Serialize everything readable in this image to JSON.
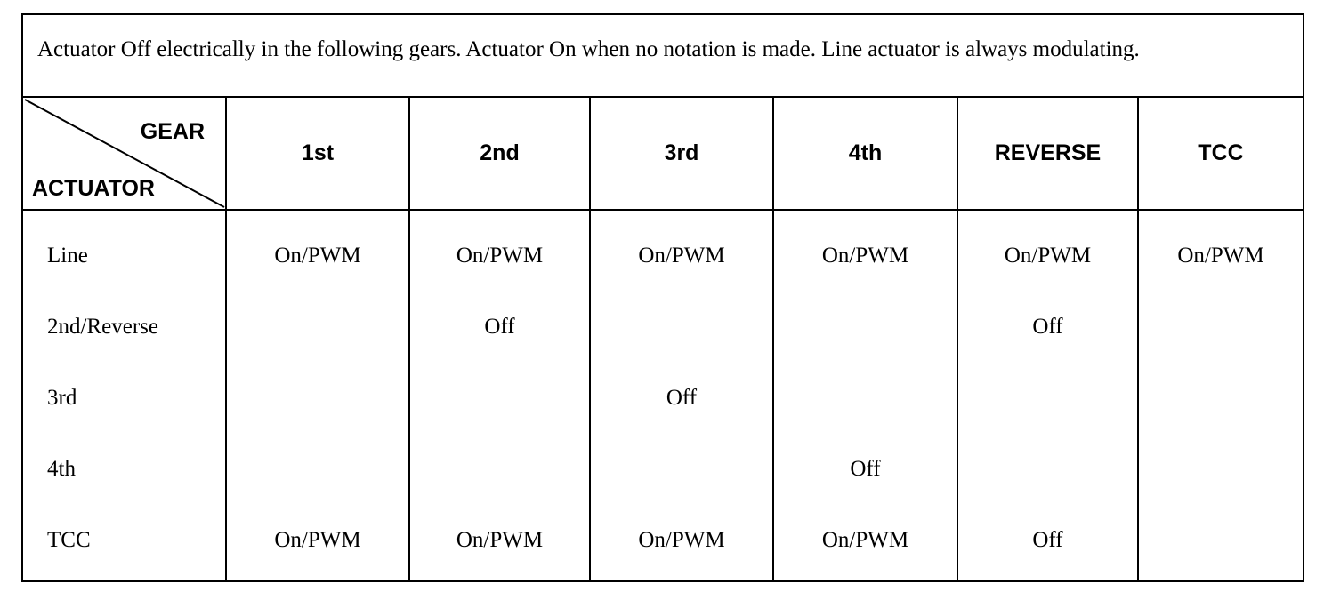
{
  "note": "Actuator Off electrically in the following gears. Actuator On when no notation is made. Line actuator is always modulating.",
  "corner": {
    "top_label": "GEAR",
    "bottom_label": "ACTUATOR"
  },
  "gears": [
    "1st",
    "2nd",
    "3rd",
    "4th",
    "REVERSE",
    "TCC"
  ],
  "rows": [
    {
      "label": "Line",
      "cells": [
        "On/PWM",
        "On/PWM",
        "On/PWM",
        "On/PWM",
        "On/PWM",
        "On/PWM"
      ]
    },
    {
      "label": "2nd/Reverse",
      "cells": [
        "",
        "Off",
        "",
        "",
        "Off",
        ""
      ]
    },
    {
      "label": "3rd",
      "cells": [
        "",
        "",
        "Off",
        "",
        "",
        ""
      ]
    },
    {
      "label": "4th",
      "cells": [
        "",
        "",
        "",
        "Off",
        "",
        ""
      ]
    },
    {
      "label": "TCC",
      "cells": [
        "On/PWM",
        "On/PWM",
        "On/PWM",
        "On/PWM",
        "Off",
        ""
      ]
    }
  ]
}
